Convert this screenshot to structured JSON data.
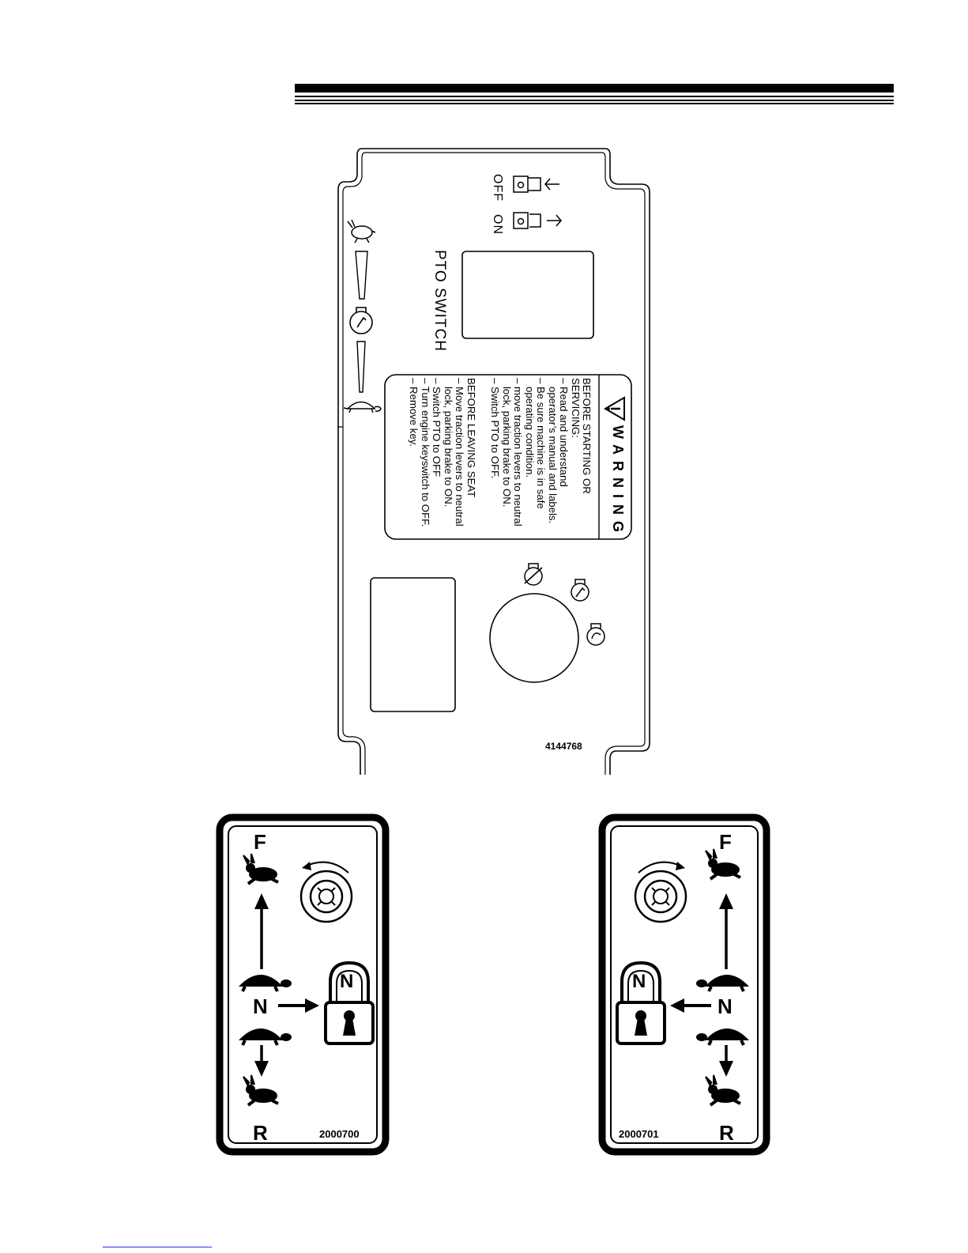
{
  "header": {},
  "control_panel": {
    "pto": {
      "label": "PTO SWITCH",
      "off_label": "OFF",
      "on_label": "ON"
    },
    "warning": {
      "title": "WARNING",
      "line1": "BEFORE STARTING OR",
      "line2": "SERVICING:",
      "line3": "– Read and understand",
      "line4": "operator’s manual and labels.",
      "line5": "– Be sure machine is in safe",
      "line6": "operating condition.",
      "line7": "– move traction levers to neutral",
      "line8": "lock, parking brake to ON.",
      "line9": "– Switch PTO to OFF.",
      "line10": "BEFORE LEAVING SEAT",
      "line11": "– Move traction levers to neutral",
      "line12": "lock, parking brake to ON.",
      "line13": "– Switch PTO to OFF",
      "line14": "– Turn engine keyswitch to OFF.",
      "line15": "– Remove key."
    },
    "part_number": "4144768",
    "icons": [
      "rabbit-icon",
      "choke-icon",
      "turtle-icon",
      "key-off-icon",
      "key-run-icon",
      "key-start-icon",
      "pto-off-icon",
      "pto-on-icon",
      "warning-triangle-icon"
    ]
  },
  "decal_left": {
    "forward": "F",
    "neutral": "N",
    "reverse": "R",
    "lock_letter": "N",
    "part_number": "2000700"
  },
  "decal_right": {
    "forward": "F",
    "neutral": "N",
    "reverse": "R",
    "lock_letter": "N",
    "part_number": "2000701"
  }
}
